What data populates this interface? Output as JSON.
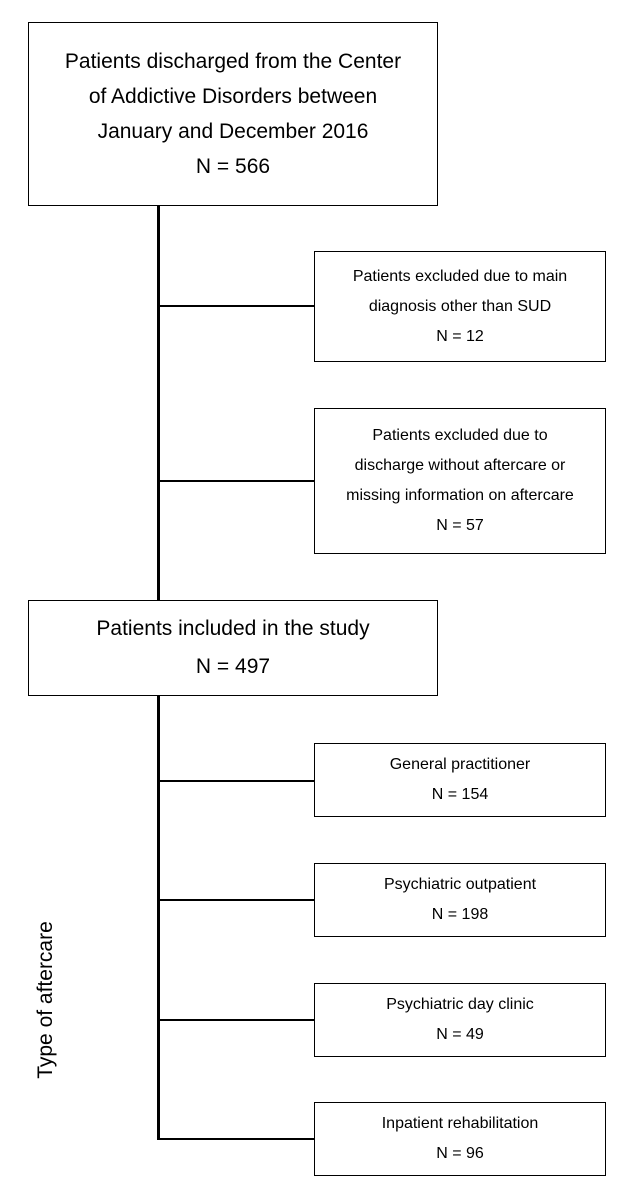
{
  "top_box": {
    "lines": [
      "Patients discharged from the Center",
      "of Addictive Disorders between",
      "January and December 2016",
      "N = 566"
    ]
  },
  "exclusion_1": {
    "lines": [
      "Patients excluded due to main",
      "diagnosis other than SUD",
      "N = 12"
    ]
  },
  "exclusion_2": {
    "lines": [
      "Patients excluded due to",
      "discharge without aftercare or",
      "missing information on aftercare",
      "N = 57"
    ]
  },
  "included_box": {
    "lines": [
      "Patients included in the study",
      "N = 497"
    ]
  },
  "aftercare_axis_label": "Type of aftercare",
  "aftercare": [
    {
      "label": "General practitioner",
      "n": "N = 154"
    },
    {
      "label": "Psychiatric outpatient",
      "n": "N = 198"
    },
    {
      "label": "Psychiatric day clinic",
      "n": "N = 49"
    },
    {
      "label": "Inpatient rehabilitation",
      "n": "N = 96"
    }
  ]
}
